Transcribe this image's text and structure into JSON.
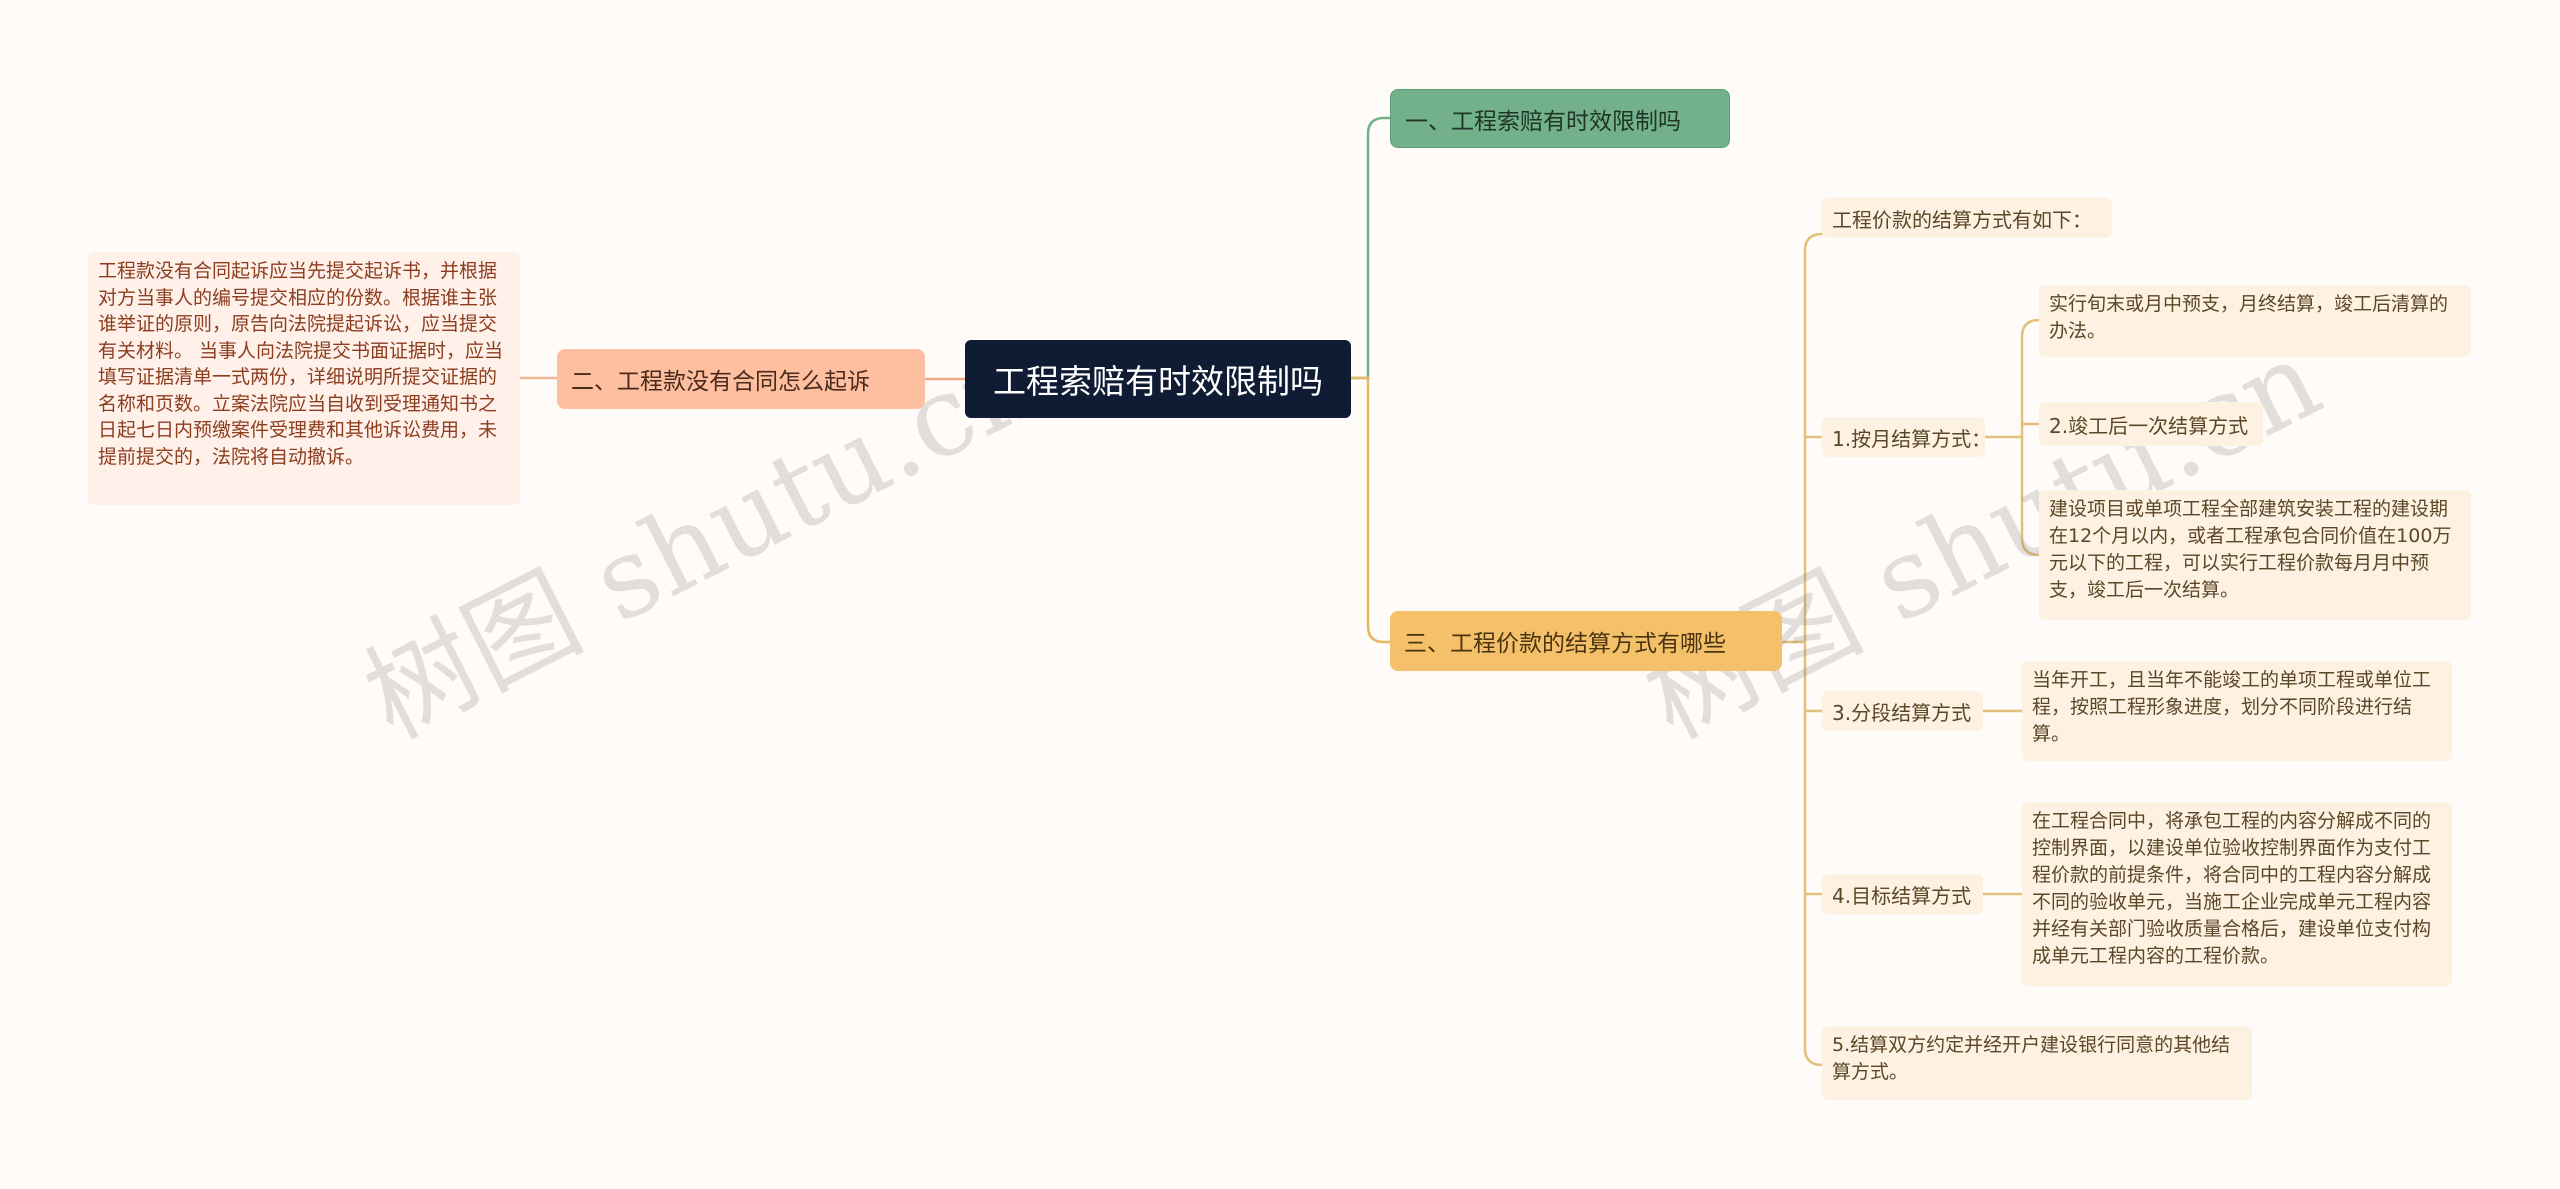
{
  "root": {
    "label": "工程索赔有时效限制吗"
  },
  "branch1": {
    "label": "一、工程索赔有时效限制吗"
  },
  "branch2": {
    "label": "二、工程款没有合同怎么起诉",
    "detail": "工程款没有合同起诉应当先提交起诉书，并根据对方当事人的编号提交相应的份数。根据谁主张谁举证的原则，原告向法院提起诉讼，应当提交有关材料。 当事人向法院提交书面证据时，应当填写证据清单一式两份，详细说明所提交证据的名称和页数。立案法院应当自收到受理通知书之日起七日内预缴案件受理费和其他诉讼费用，未提前提交的，法院将自动撤诉。"
  },
  "branch3": {
    "label": "三、工程价款的结算方式有哪些",
    "intro": "工程价款的结算方式有如下：",
    "monthly": {
      "label": "1.按月结算方式：",
      "items": [
        "实行旬末或月中预支，月终结算，竣工后清算的办法。",
        "2.竣工后一次结算方式",
        "建设项目或单项工程全部建筑安装工程的建设期在12个月以内，或者工程承包合同价值在100万元以下的工程，可以实行工程价款每月月中预支，竣工后一次结算。"
      ]
    },
    "staged": {
      "label": "3.分段结算方式",
      "detail": "当年开工，且当年不能竣工的单项工程或单位工程，按照工程形象进度，划分不同阶段进行结算。"
    },
    "target": {
      "label": "4.目标结算方式",
      "detail": "在工程合同中，将承包工程的内容分解成不同的控制界面，以建设单位验收控制界面作为支付工程价款的前提条件，将合同中的工程内容分解成不同的验收单元，当施工企业完成单元工程内容并经有关部门验收质量合格后，建设单位支付构成单元工程内容的工程价款。"
    },
    "other": "5.结算双方约定并经开户建设银行同意的其他结算方式。"
  },
  "watermark": {
    "text": "树图 shutu.cn"
  },
  "colors": {
    "root_bg": "#0f1c33",
    "branch1_bg": "#72b189",
    "branch2_bg": "#fdbf9f",
    "branch3_bg": "#f4c16a",
    "leaf_bg": "#fdf2e2",
    "left_leaf_text": "#8c3d1e"
  }
}
